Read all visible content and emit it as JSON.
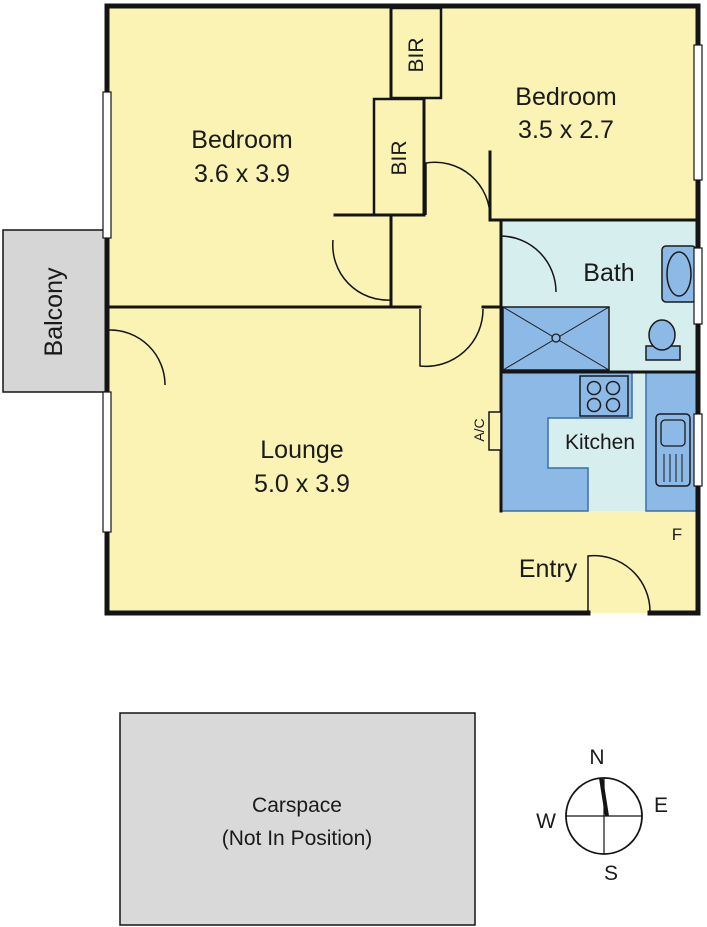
{
  "colors": {
    "floor": "#faf3b4",
    "wet_area": "#d6eeee",
    "fixture": "#8db9e6",
    "balcony": "#d6d6d6",
    "carspace": "#d9d9d9",
    "wall": "#141414"
  },
  "rooms": {
    "bedroom1": {
      "name": "Bedroom",
      "size": "3.6 x 3.9"
    },
    "bedroom2": {
      "name": "Bedroom",
      "size": "3.5 x 2.7"
    },
    "bir1": "BIR",
    "bir2": "BIR",
    "bath": "Bath",
    "kitchen": "Kitchen",
    "lounge": {
      "name": "Lounge",
      "size": "5.0 x 3.9"
    },
    "entry": "Entry",
    "balcony": "Balcony",
    "ac": "A/C",
    "fridge": "F"
  },
  "carspace": {
    "line1": "Carspace",
    "line2": "(Not In Position)"
  },
  "compass": {
    "n": "N",
    "e": "E",
    "s": "S",
    "w": "W"
  },
  "icons": [
    "door-swing-icon",
    "window-icon",
    "toilet-icon",
    "basin-icon",
    "shower-icon",
    "cooktop-icon",
    "sink-icon",
    "compass-icon"
  ]
}
